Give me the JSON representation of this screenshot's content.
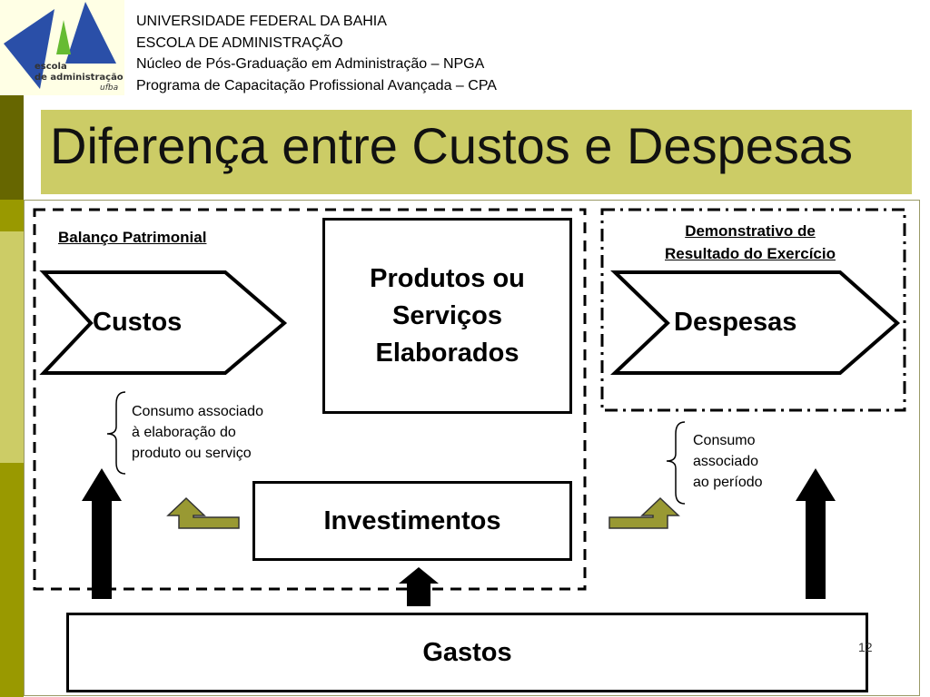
{
  "header": {
    "logo_text_line1": "escola",
    "logo_text_line2": "de administração",
    "logo_text_line3": "ufba",
    "line1": "UNIVERSIDADE FEDERAL DA BAHIA",
    "line2": "ESCOLA DE ADMINISTRAÇÃO",
    "line3": "Núcleo de Pós-Graduação em Administração – NPGA",
    "line4": "Programa de Capacitação Profissional Avançada – CPA"
  },
  "slide": {
    "title": "Diferença entre Custos e Despesas",
    "page_number": "12"
  },
  "diagram": {
    "balanco_label": "Balanço Patrimonial",
    "dre_label_line1": "Demonstrativo de",
    "dre_label_line2": "Resultado do Exercício",
    "custos": "Custos",
    "despesas": "Despesas",
    "produtos_line1": "Produtos ou",
    "produtos_line2": "Serviços",
    "produtos_line3": "Elaborados",
    "investimentos": "Investimentos",
    "gastos": "Gastos",
    "consumo_custos_line1": "Consumo associado",
    "consumo_custos_line2": "à elaboração do",
    "consumo_custos_line3": "produto ou serviço",
    "consumo_despesas_line1": "Consumo",
    "consumo_despesas_line2": "associado",
    "consumo_despesas_line3": "ao período"
  },
  "colors": {
    "title_bar": "#cccc66",
    "strip_dark": "#666600",
    "strip_mid": "#999900",
    "strip_light": "#cccc66",
    "green_arrow": "#999933"
  }
}
